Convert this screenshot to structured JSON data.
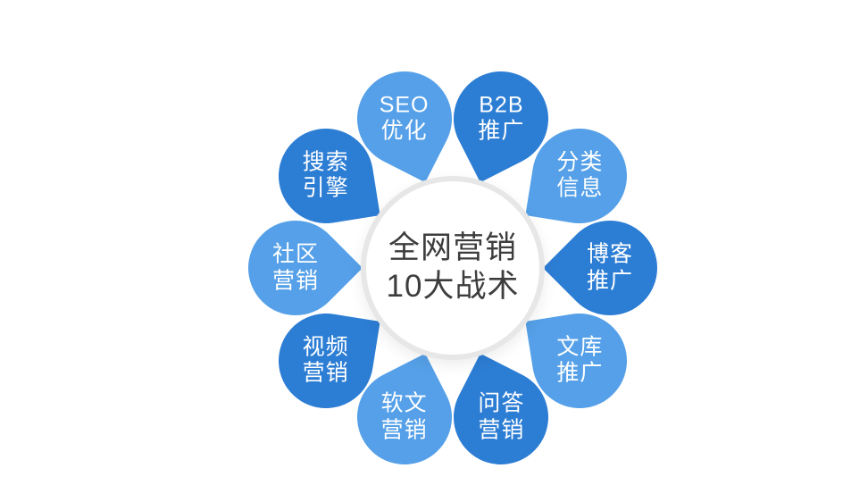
{
  "diagram": {
    "center": {
      "lines": [
        "全网营销",
        "10大战术"
      ]
    },
    "petals": [
      {
        "id": "seo-optimization",
        "lines": [
          "SEO",
          "优化"
        ],
        "shade": "light"
      },
      {
        "id": "b2b-promotion",
        "lines": [
          "B2B",
          "推广"
        ],
        "shade": "dark"
      },
      {
        "id": "classified-info",
        "lines": [
          "分类",
          "信息"
        ],
        "shade": "light"
      },
      {
        "id": "blog-promotion",
        "lines": [
          "博客",
          "推广"
        ],
        "shade": "dark"
      },
      {
        "id": "doc-library-promotion",
        "lines": [
          "文库",
          "推广"
        ],
        "shade": "light"
      },
      {
        "id": "qa-marketing",
        "lines": [
          "问答",
          "营销"
        ],
        "shade": "dark"
      },
      {
        "id": "soft-article-marketing",
        "lines": [
          "软文",
          "营销"
        ],
        "shade": "light"
      },
      {
        "id": "video-marketing",
        "lines": [
          "视频",
          "营销"
        ],
        "shade": "dark"
      },
      {
        "id": "community-marketing",
        "lines": [
          "社区",
          "营销"
        ],
        "shade": "light"
      },
      {
        "id": "search-engine",
        "lines": [
          "搜索",
          "引擎"
        ],
        "shade": "dark"
      }
    ],
    "colors": {
      "light": "#55A0E8",
      "dark": "#2C7DD4",
      "petal_text": "#FFFFFF",
      "center_text": "#3D3D3D",
      "center_ring": "#E7E7E7",
      "background": "#FFFFFF"
    }
  }
}
